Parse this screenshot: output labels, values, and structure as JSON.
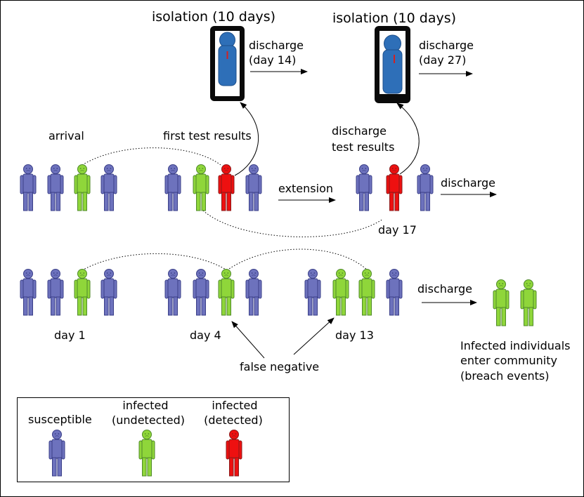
{
  "colors": {
    "susceptible": "#6d72bd",
    "susceptible_stroke": "#3a3f88",
    "undetected": "#8fd63a",
    "undetected_stroke": "#4f8a2a",
    "detected": "#ee1010",
    "detected_stroke": "#8a1a1a",
    "isolation_person": "#2e6fb8",
    "isolation_frame": "#0a0a0a"
  },
  "isolation": [
    {
      "title": "isolation (10 days)",
      "discharge_line1": "discharge",
      "discharge_line2": "(day 14)"
    },
    {
      "title": "isolation (10 days)",
      "discharge_line1": "discharge",
      "discharge_line2": "(day 27)"
    }
  ],
  "row1": {
    "arrival": "arrival",
    "first_test": "first test results",
    "discharge_test_line1": "discharge",
    "discharge_test_line2": "test results",
    "extension": "extension",
    "discharge": "discharge",
    "day17": "day 17"
  },
  "row2": {
    "day1": "day 1",
    "day4": "day 4",
    "day13": "day 13",
    "discharge": "discharge",
    "false_negative": "false negative",
    "community_line1": "Infected individuals",
    "community_line2": "enter community",
    "community_line3": "(breach events)"
  },
  "legend": {
    "susceptible": "susceptible",
    "undetected_line1": "infected",
    "undetected_line2": "(undetected)",
    "detected_line1": "infected",
    "detected_line2": "(detected)"
  }
}
